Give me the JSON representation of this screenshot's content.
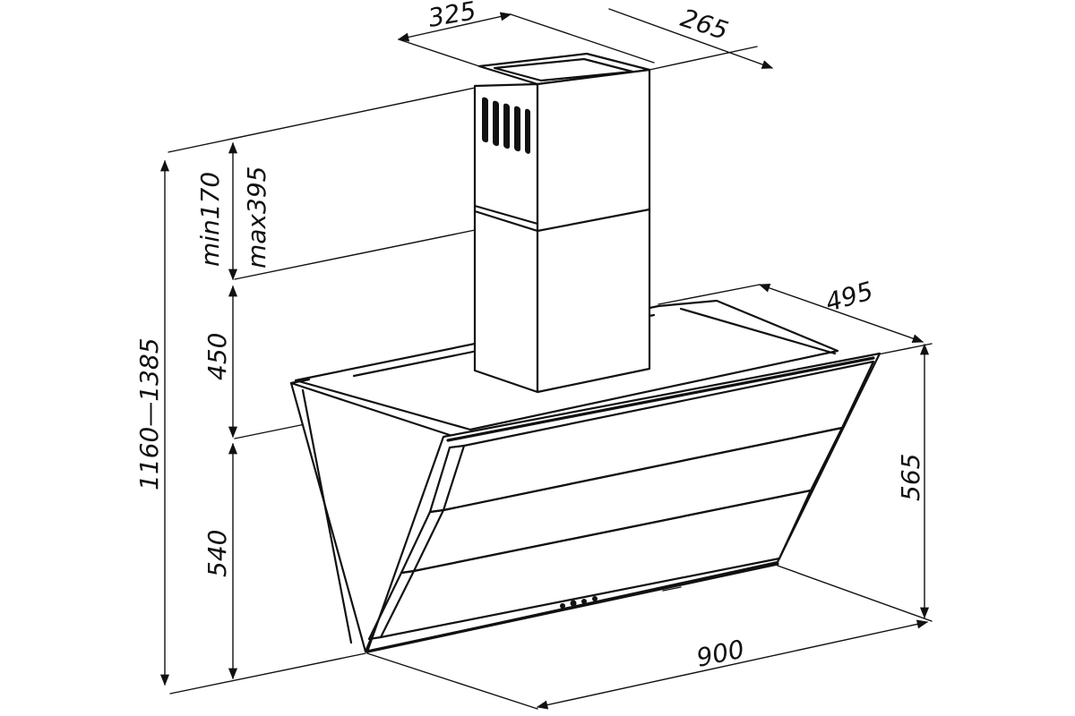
{
  "dimensions": {
    "chimney_width": "325",
    "chimney_depth": "265",
    "hood_depth": "495",
    "total_height": "1160—1385",
    "chimney_min": "min170",
    "chimney_max": "max395",
    "upper_height": "450",
    "lower_height": "540",
    "hood_height": "565",
    "hood_width": "900"
  }
}
